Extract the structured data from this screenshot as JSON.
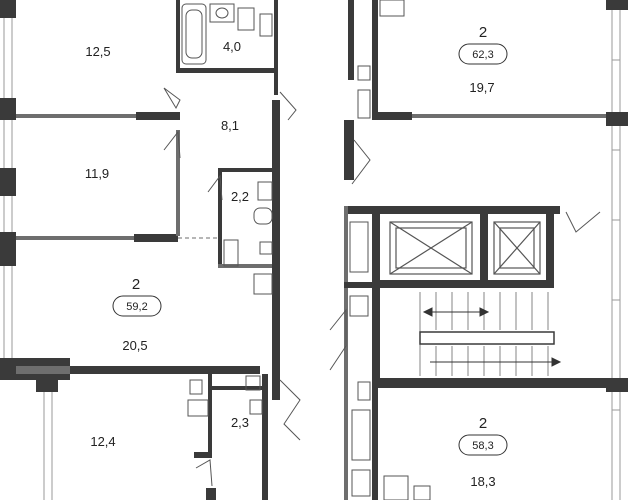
{
  "rooms": [
    {
      "id": "room-a1",
      "area": "12,5"
    },
    {
      "id": "room-a2",
      "area": "4,0"
    },
    {
      "id": "room-a3",
      "area": "8,1"
    },
    {
      "id": "room-a4",
      "area": "11,9"
    },
    {
      "id": "room-a5",
      "area": "2,2"
    },
    {
      "id": "room-a6",
      "area": "20,5"
    },
    {
      "id": "room-a7",
      "area": "12,4"
    },
    {
      "id": "room-a8",
      "area": "2,3"
    },
    {
      "id": "room-b1",
      "area": "19,7"
    },
    {
      "id": "room-b2",
      "area": "18,3"
    }
  ],
  "apartments": [
    {
      "id": "apt-left",
      "rooms": "2",
      "area": "59,2"
    },
    {
      "id": "apt-top-right",
      "rooms": "2",
      "area": "62,3"
    },
    {
      "id": "apt-bottom-right",
      "rooms": "2",
      "area": "58,3"
    }
  ],
  "colors": {
    "wall": "#3a3a3a",
    "thin_wall": "#6e6e6e",
    "fixture": "#555555",
    "window": "#9a9a9a"
  }
}
